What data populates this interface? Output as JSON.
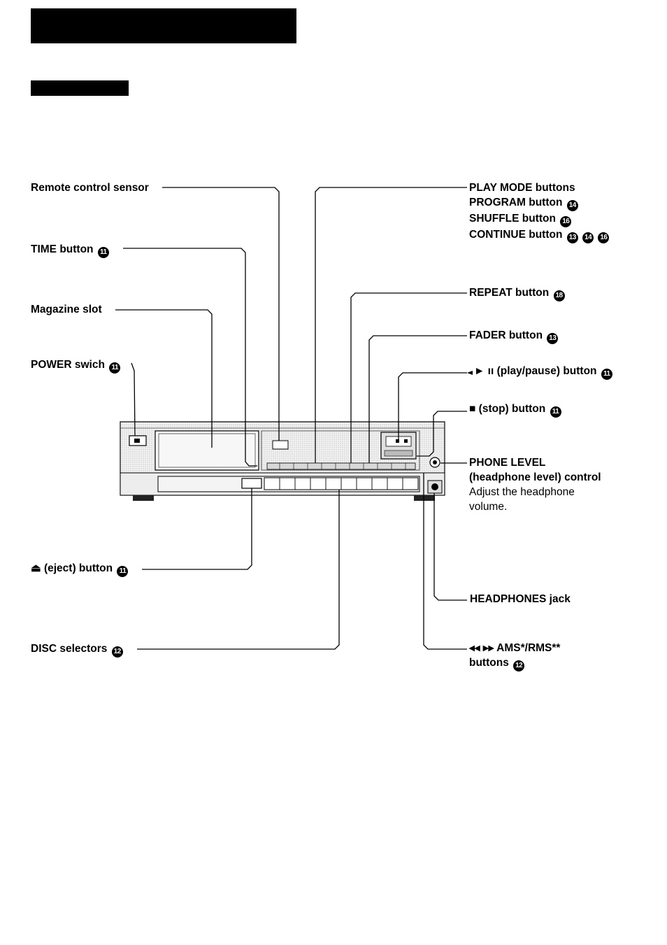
{
  "labels": {
    "remote_sensor": "Remote control sensor",
    "time_button": "TIME button",
    "magazine_slot": "Magazine slot",
    "power_switch": "POWER swich",
    "play_mode": "PLAY MODE buttons",
    "program": "PROGRAM button",
    "shuffle": "SHUFFLE button",
    "continue": "CONTINUE button",
    "repeat": "REPEAT button",
    "fader": "FADER button",
    "play_pause": "► ıı (play/pause) button",
    "stop": "■ (stop) button",
    "phone_level_1": "PHONE LEVEL",
    "phone_level_2": "(headphone level) control",
    "phone_level_desc_1": "Adjust the headphone",
    "phone_level_desc_2": "volume.",
    "eject": "⏏ (eject) button",
    "headphones_jack": "HEADPHONES jack",
    "disc_selectors": "DISC selectors",
    "ams_rms_1": "◂◂ ▸▸ AMS*/RMS**",
    "ams_rms_2": "buttons"
  },
  "refs": {
    "r11": "11",
    "r12": "12",
    "r13": "13",
    "r14": "14",
    "r16": "16",
    "r18": "18"
  }
}
